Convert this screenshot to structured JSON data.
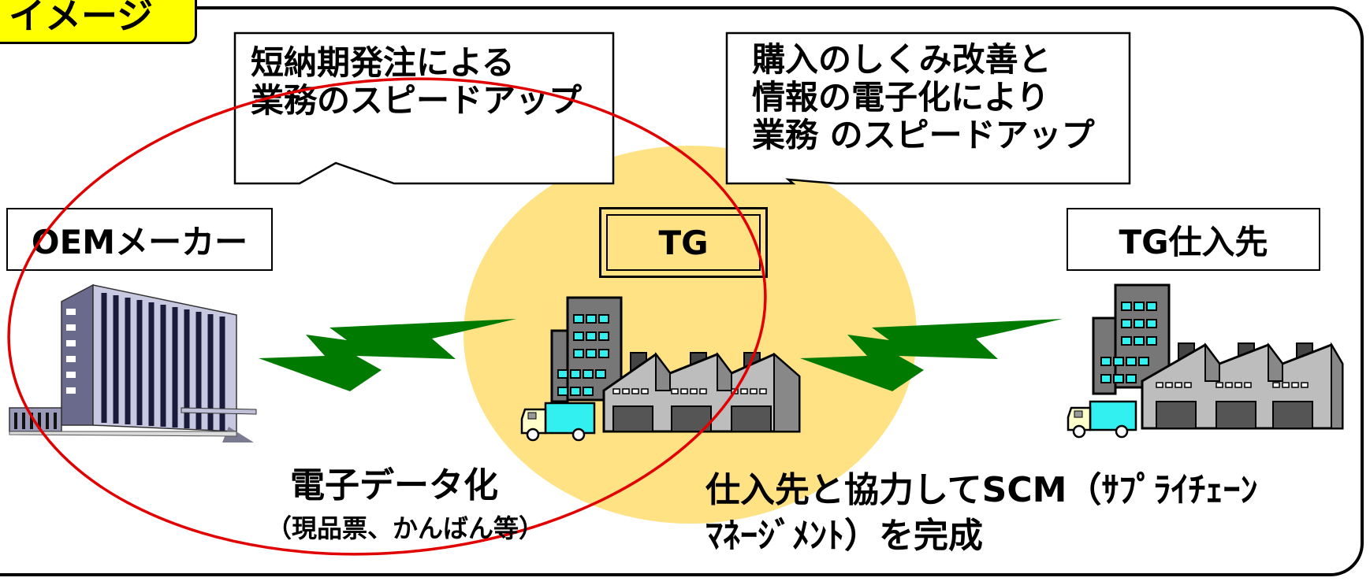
{
  "header": {
    "tag_label": "イメージ"
  },
  "callouts": {
    "left": "短納期発注による\n業務のスピードアップ",
    "right": "購入のしくみ改善と\n情報の電子化により\n業務 のスピードアップ"
  },
  "nodes": {
    "oem": "OEMメーカー",
    "tg": "TG",
    "supplier": "TG仕入先"
  },
  "captions": {
    "edata_title": "電子データ化",
    "edata_sub": "（現品票、かんばん等）",
    "scm_line1": "仕入先と協力してSCM（ｻﾌﾟﾗｲﾁｪｰﾝ",
    "scm_line2": "ﾏﾈｰｼﾞﾒﾝﾄ）を完成"
  },
  "colors": {
    "tag": "#ffff00",
    "glow": "#ffe284",
    "bolt": "#007a00",
    "ellipse": "#e00000",
    "truck_cab": "#33f0f0"
  },
  "icons": [
    "office-building-icon",
    "factory-icon",
    "lightning-bolt-icon",
    "truck-icon"
  ]
}
